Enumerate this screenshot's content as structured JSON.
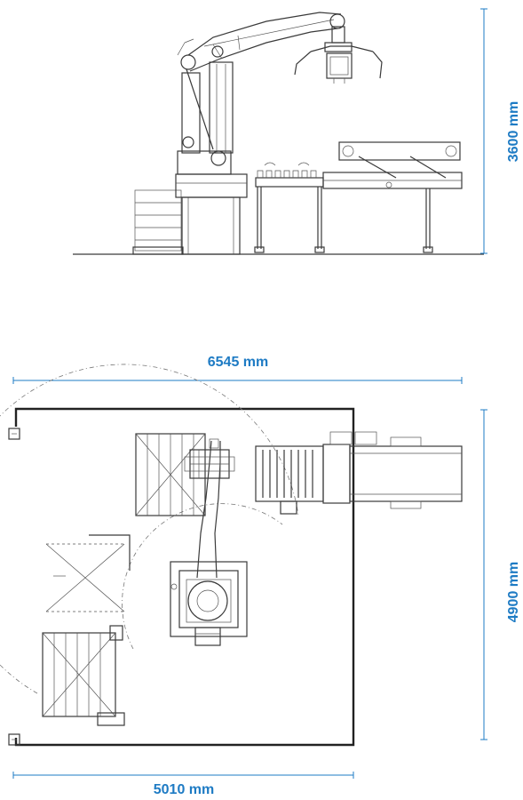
{
  "dimensions": {
    "height_side": "3600 mm",
    "width_side": "6545 mm",
    "depth_top": "4900 mm",
    "width_top": "5010 mm"
  },
  "colors": {
    "dimension": "#1e7bc4",
    "drawing": "#3a3a3a"
  }
}
